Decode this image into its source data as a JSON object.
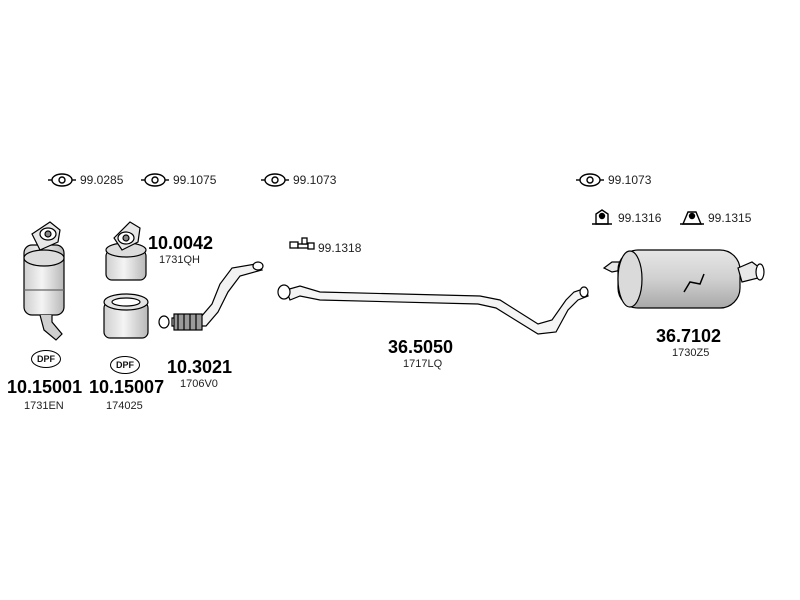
{
  "gaskets": [
    {
      "code": "99.0285"
    },
    {
      "code": "99.1075"
    },
    {
      "code": "99.1073"
    },
    {
      "code": "99.1073"
    }
  ],
  "hangers": [
    {
      "code": "99.1316"
    },
    {
      "code": "99.1315"
    }
  ],
  "clamp": {
    "code": "99.1318"
  },
  "parts": {
    "dpf1": {
      "code": "10.15001",
      "ref": "1731EN",
      "badge": "DPF"
    },
    "dpf2": {
      "code": "10.15007",
      "ref": "174025",
      "badge": "DPF"
    },
    "cat": {
      "code": "10.0042",
      "ref": "1731QH"
    },
    "front_pipe": {
      "code": "10.3021",
      "ref": "1706V0"
    },
    "middle_pipe": {
      "code": "36.5050",
      "ref": "1717LQ"
    },
    "rear_silencer": {
      "code": "36.7102",
      "ref": "1730Z5"
    }
  }
}
